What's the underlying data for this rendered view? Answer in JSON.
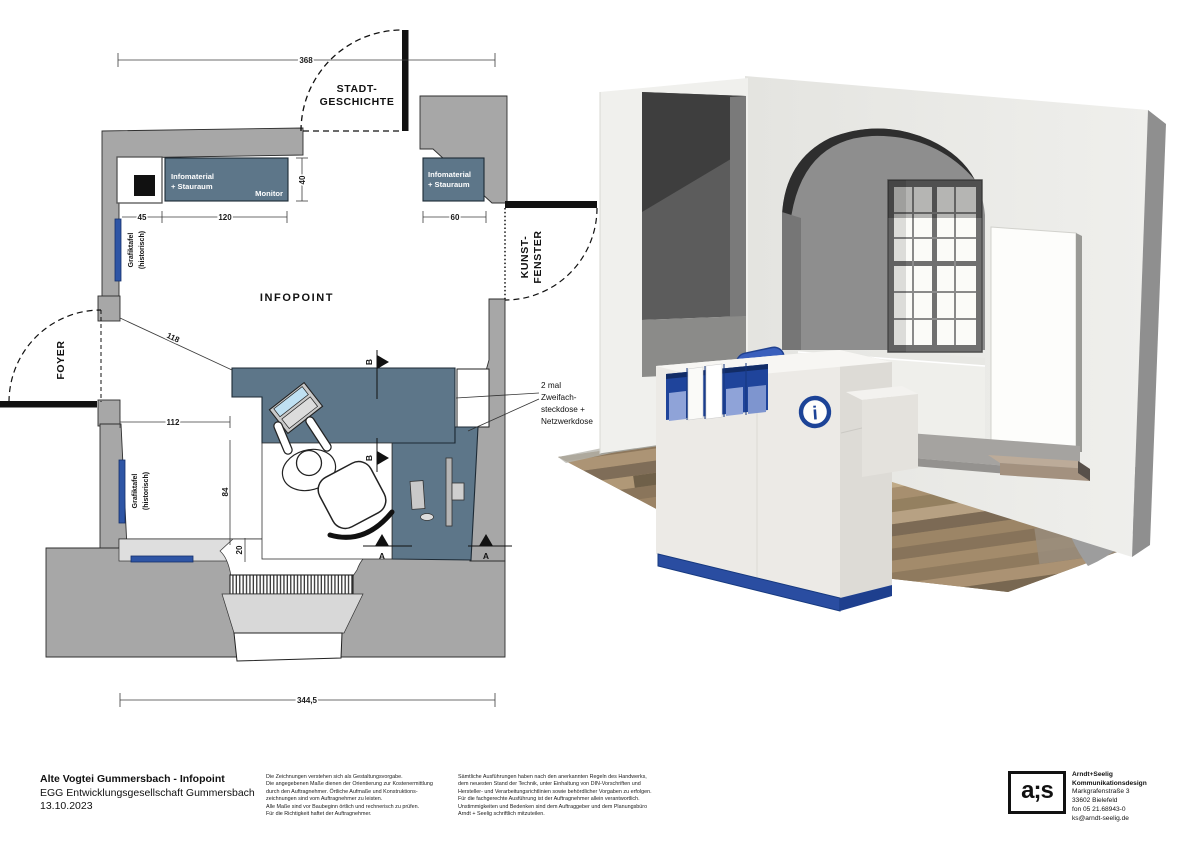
{
  "plan": {
    "labels": {
      "room": "INFOPOINT",
      "top1": "STADT-",
      "top2": "GESCHICHTE",
      "left": "FOYER",
      "right1": "KUNST-",
      "right2": "FENSTER"
    },
    "furniture": {
      "storage1_l1": "Infomaterial",
      "storage1_l2": "+ Stauraum",
      "monitor": "Monitor",
      "storage2_l1": "Infomaterial",
      "storage2_l2": "+ Stauraum",
      "board_l1": "Grafiktafel",
      "board_l2": "(historisch)"
    },
    "note": {
      "l1": "2 mal",
      "l2": "Zweifach-",
      "l3": "steckdose +",
      "l4": "Netzwerkdose"
    },
    "dims": {
      "width_top": "368",
      "width_bottom": "344,5",
      "d45": "45",
      "d120": "120",
      "d60": "60",
      "d40": "40",
      "d118": "118",
      "d112": "112",
      "d84": "84",
      "d20": "20"
    },
    "sections": {
      "a": "A",
      "b": "B"
    }
  },
  "render": {
    "info_symbol": "i"
  },
  "colors": {
    "accent_blue": "#2a4da1",
    "counter_teal": "#5d7689"
  },
  "titleblock": {
    "project": "Alte Vogtei Gummersbach - Infopoint",
    "client": "EGG Entwicklungsgesellschaft Gummersbach",
    "date": "13.10.2023"
  },
  "notes": {
    "left": "Die Zeichnungen verstehen sich als Gestaltungsvorgabe.\nDie angegebenen Maße dienen der Orientierung zur Kostenermittlung\ndurch den Auftragnehmer. Örtliche Aufmaße und Konstruktions-\nzeichnungen sind vom Auftragnehmer zu leisten.\nAlle Maße sind vor Baubeginn örtlich und rechnerisch zu prüfen.\nFür die Richtigkeit haftet der Auftragnehmer.",
    "right": "Sämtliche Ausführungen haben nach den anerkannten Regeln des Handwerks,\ndem neuesten Stand der Technik, unter Einhaltung von DIN-Vorschriften und\nHersteller- und Verarbeitungsrichtlinien sowie behördlicher Vorgaben zu erfolgen.\nFür die fachgerechte Ausführung ist der Auftragnehmer allein verantwortlich.\nUnstimmigkeiten und Bedenken sind dem Auftraggeber und dem Planungsbüro\nArndt + Seelig schriftlich mitzuteilen."
  },
  "logo": {
    "mark": "a;s",
    "firm1": "Arndt+Seelig",
    "firm2": "Kommunikationsdesign",
    "street": "Markgrafenstraße 3",
    "city": "33602 Bielefeld",
    "phone": "fon 05 21.68943-0",
    "email": "ks@arndt-seelig.de"
  }
}
